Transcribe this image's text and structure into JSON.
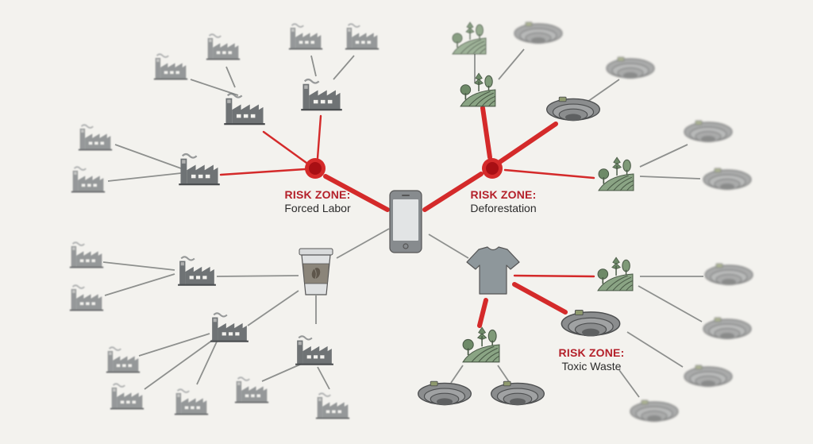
{
  "diagram": {
    "title": "Supply chain risk network",
    "colors": {
      "background": "#f3f2ee",
      "risk_red": "#d42a2a",
      "risk_dark": "#a80f14",
      "link_gray": "#8a8c8a",
      "factory_gray": "#6f7375",
      "farm_green": "#7f9a78",
      "mine_gray": "#707070",
      "product_gray": "#8e979b"
    },
    "products": [
      {
        "id": "phone",
        "icon": "smartphone-icon"
      },
      {
        "id": "coffee",
        "icon": "coffee-cup-icon"
      },
      {
        "id": "tshirt",
        "icon": "tshirt-icon"
      }
    ],
    "risk_zones": [
      {
        "id": "forced_labor",
        "heading": "RISK ZONE:",
        "name": "Forced Labor"
      },
      {
        "id": "deforestation",
        "heading": "RISK ZONE:",
        "name": "Deforestation"
      },
      {
        "id": "toxic_waste",
        "heading": "RISK ZONE:",
        "name": "Toxic Waste"
      }
    ],
    "node_types": [
      "factory-icon",
      "farm-icon",
      "open-pit-mine-icon"
    ]
  }
}
